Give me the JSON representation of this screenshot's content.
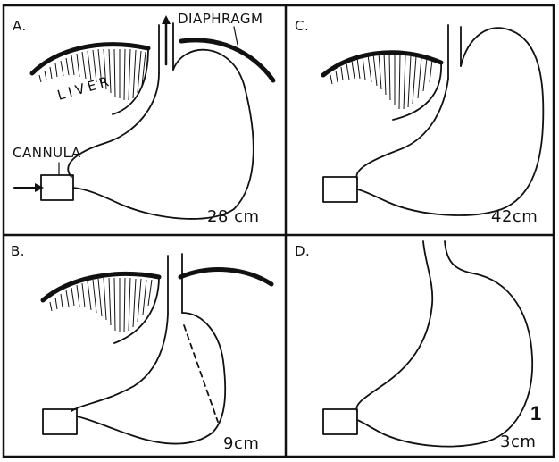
{
  "figure_number": "1",
  "colors": {
    "ink": "#111111",
    "paper": "#ffffff"
  },
  "panels": [
    {
      "letter": "A.",
      "labels": {
        "liver": "LIVER",
        "diaphragm": "DIAPHRAGM",
        "cannula": "CANNULA"
      },
      "measurement": "28 cm"
    },
    {
      "letter": "B.",
      "labels": {},
      "measurement": "9cm"
    },
    {
      "letter": "C.",
      "labels": {},
      "measurement": "42cm"
    },
    {
      "letter": "D.",
      "labels": {},
      "measurement": "3cm"
    }
  ]
}
